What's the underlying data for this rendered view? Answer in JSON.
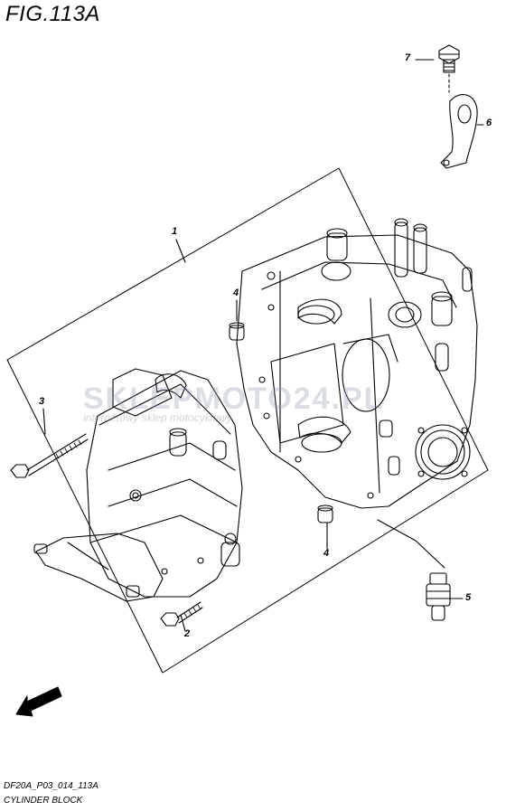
{
  "figure": {
    "title": "FIG.113A",
    "code": "DF20A_P03_014_113A",
    "name": "CYLINDER BLOCK",
    "fwd_label": "FWD"
  },
  "watermark": {
    "brand": "SKLEPMOTO24.PL",
    "tagline": "internetowy sklep motocyklowy"
  },
  "callouts": [
    "1",
    "2",
    "3",
    "4",
    "4",
    "5",
    "6",
    "7"
  ],
  "colors": {
    "line": "#000000",
    "watermark": "#96a0af",
    "accent": "#d24b4b"
  }
}
